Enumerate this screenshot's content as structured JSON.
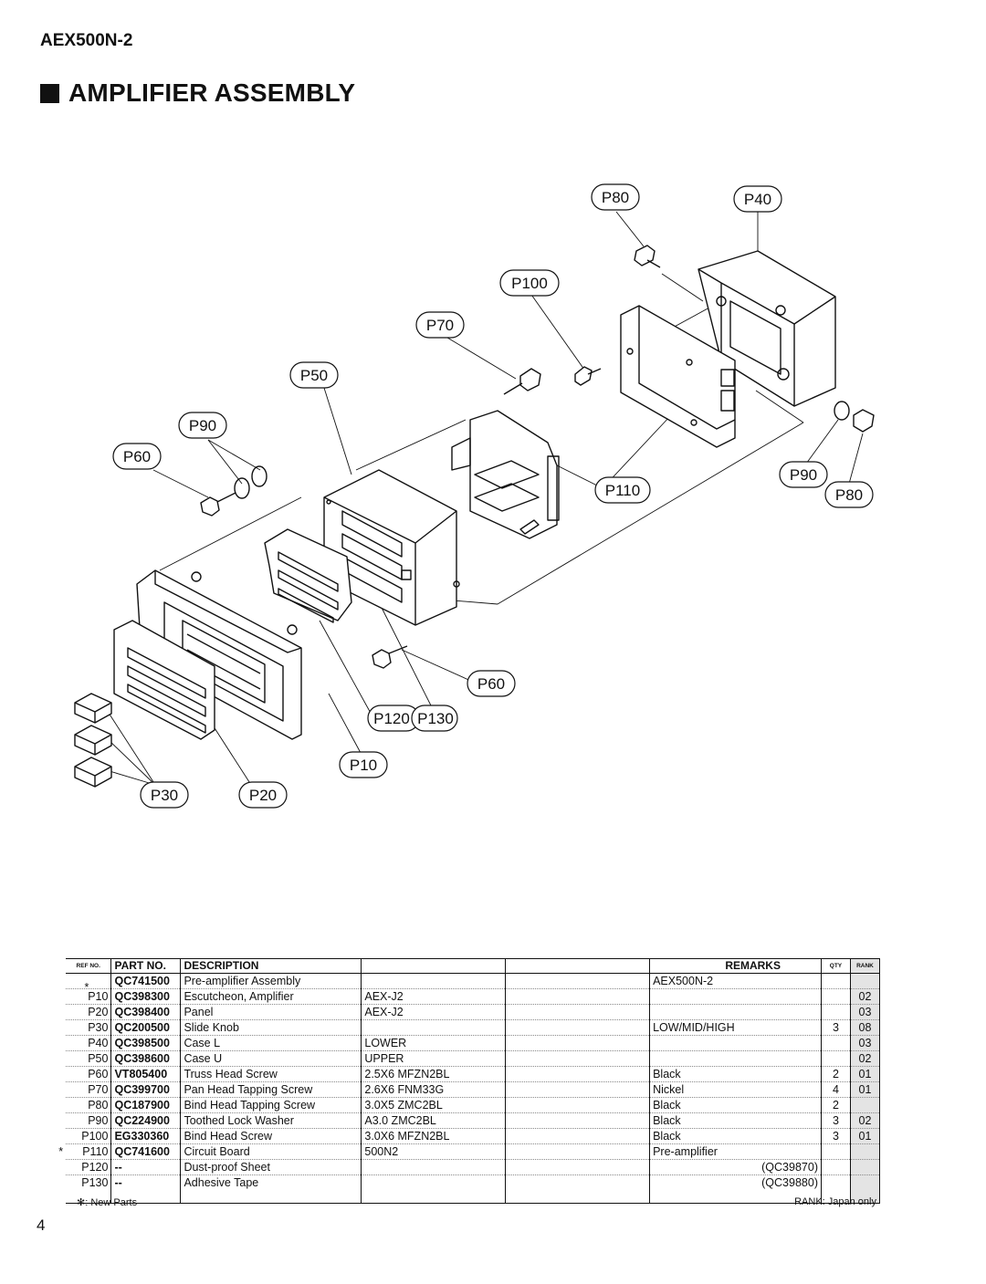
{
  "header": {
    "model": "AEX500N-2",
    "title": "AMPLIFIER ASSEMBLY"
  },
  "diagram": {
    "callouts": [
      "P80",
      "P40",
      "P100",
      "P70",
      "P50",
      "P90",
      "P60",
      "P90",
      "P110",
      "P80",
      "P60",
      "P120",
      "P130",
      "P10",
      "P30",
      "P20"
    ]
  },
  "table": {
    "headers": {
      "ref": "REF NO.",
      "part": "PART NO.",
      "desc": "DESCRIPTION",
      "remarks": "REMARKS",
      "qty": "QTY",
      "rank": "RANK"
    },
    "rows": [
      {
        "mark": "*",
        "ref": "",
        "part": "QC741500",
        "desc": "Pre-amplifier Assembly",
        "spec": "",
        "remarks": "AEX500N-2",
        "remarks_r": "",
        "qty": "",
        "rank": ""
      },
      {
        "mark": "",
        "ref": "P10",
        "part": "QC398300",
        "desc": "Escutcheon, Amplifier",
        "spec": "AEX-J2",
        "remarks": "",
        "remarks_r": "",
        "qty": "",
        "rank": "02"
      },
      {
        "mark": "",
        "ref": "P20",
        "part": "QC398400",
        "desc": "Panel",
        "spec": "AEX-J2",
        "remarks": "",
        "remarks_r": "",
        "qty": "",
        "rank": "03"
      },
      {
        "mark": "",
        "ref": "P30",
        "part": "QC200500",
        "desc": "Slide Knob",
        "spec": "",
        "remarks": "LOW/MID/HIGH",
        "remarks_r": "",
        "qty": "3",
        "rank": "08"
      },
      {
        "mark": "",
        "ref": "P40",
        "part": "QC398500",
        "desc": "Case L",
        "spec": "LOWER",
        "remarks": "",
        "remarks_r": "",
        "qty": "",
        "rank": "03"
      },
      {
        "mark": "",
        "ref": "P50",
        "part": "QC398600",
        "desc": "Case U",
        "spec": "UPPER",
        "remarks": "",
        "remarks_r": "",
        "qty": "",
        "rank": "02"
      },
      {
        "mark": "",
        "ref": "P60",
        "part": "VT805400",
        "desc": "Truss Head Screw",
        "spec": "2.5X6 MFZN2BL",
        "remarks": "Black",
        "remarks_r": "",
        "qty": "2",
        "rank": "01"
      },
      {
        "mark": "",
        "ref": "P70",
        "part": "QC399700",
        "desc": "Pan Head Tapping Screw",
        "spec": "2.6X6 FNM33G",
        "remarks": "Nickel",
        "remarks_r": "",
        "qty": "4",
        "rank": "01"
      },
      {
        "mark": "",
        "ref": "P80",
        "part": "QC187900",
        "desc": "Bind Head Tapping Screw",
        "spec": "3.0X5 ZMC2BL",
        "remarks": "Black",
        "remarks_r": "",
        "qty": "2",
        "rank": ""
      },
      {
        "mark": "",
        "ref": "P90",
        "part": "QC224900",
        "desc": "Toothed Lock Washer",
        "spec": "A3.0 ZMC2BL",
        "remarks": "Black",
        "remarks_r": "",
        "qty": "3",
        "rank": "02"
      },
      {
        "mark": "",
        "ref": "P100",
        "part": "EG330360",
        "desc": "Bind Head Screw",
        "spec": "3.0X6 MFZN2BL",
        "remarks": "Black",
        "remarks_r": "",
        "qty": "3",
        "rank": "01"
      },
      {
        "mark": "*",
        "ref": "P110",
        "part": "QC741600",
        "desc": "Circuit Board",
        "spec": "500N2",
        "remarks": "Pre-amplifier",
        "remarks_r": "",
        "qty": "",
        "rank": ""
      },
      {
        "mark": "",
        "ref": "P120",
        "part": "--",
        "desc": "Dust-proof Sheet",
        "spec": "",
        "remarks": "",
        "remarks_r": "(QC39870)",
        "qty": "",
        "rank": ""
      },
      {
        "mark": "",
        "ref": "P130",
        "part": "--",
        "desc": "Adhesive Tape",
        "spec": "",
        "remarks": "",
        "remarks_r": "(QC39880)",
        "qty": "",
        "rank": ""
      }
    ]
  },
  "footer": {
    "new_parts": "✻: New Parts",
    "rank_note": "RANK: Japan only",
    "page": "4"
  }
}
